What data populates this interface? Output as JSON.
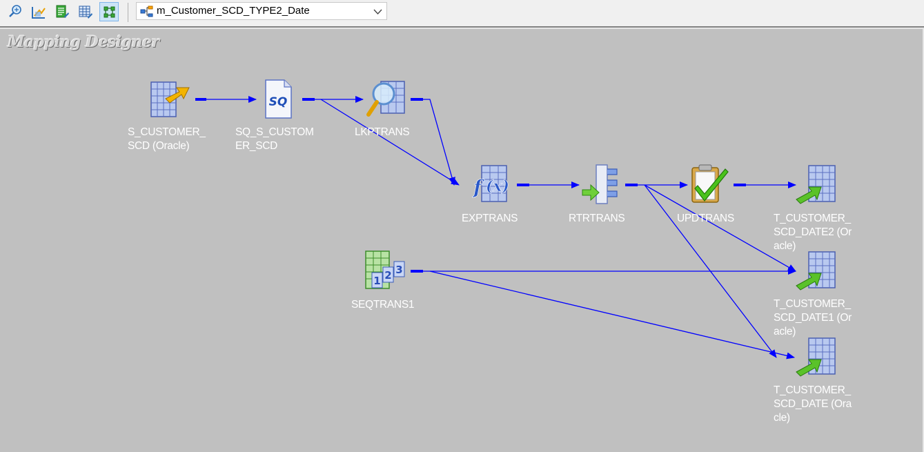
{
  "toolbar": {
    "buttons": [
      {
        "name": "source-analyzer-icon"
      },
      {
        "name": "target-designer-icon"
      },
      {
        "name": "transformation-developer-icon"
      },
      {
        "name": "mapplet-designer-icon"
      },
      {
        "name": "mapping-designer-icon",
        "active": true
      }
    ],
    "mapping_name": "m_Customer_SCD_TYPE2_Date"
  },
  "workspace": {
    "title": "Mapping Designer"
  },
  "nodes": {
    "source": {
      "label": "S_CUSTOMER_\nSCD (Oracle)",
      "icon": "source-definition-icon"
    },
    "source_qualifier": {
      "label": "SQ_S_CUSTOM\nER_SCD",
      "icon": "source-qualifier-icon"
    },
    "lookup": {
      "label": "LKPTRANS",
      "icon": "lookup-transformation-icon"
    },
    "expression": {
      "label": "EXPTRANS",
      "icon": "expression-transformation-icon"
    },
    "router": {
      "label": "RTRTRANS",
      "icon": "router-transformation-icon"
    },
    "update_strategy": {
      "label": "UPDTRANS",
      "icon": "update-strategy-icon"
    },
    "sequence": {
      "label": "SEQTRANS1",
      "icon": "sequence-generator-icon"
    },
    "target_date2": {
      "label": "T_CUSTOMER_\nSCD_DATE2 (Or\nacle)",
      "icon": "target-definition-icon"
    },
    "target_date1": {
      "label": "T_CUSTOMER_\nSCD_DATE1 (Or\nacle)",
      "icon": "target-definition-icon"
    },
    "target_date": {
      "label": "T_CUSTOMER_\nSCD_DATE (Ora\ncle)",
      "icon": "target-definition-icon"
    }
  },
  "colors": {
    "canvas": "#c0c0c0",
    "link": "#0000ff",
    "label": "#ffffff"
  }
}
